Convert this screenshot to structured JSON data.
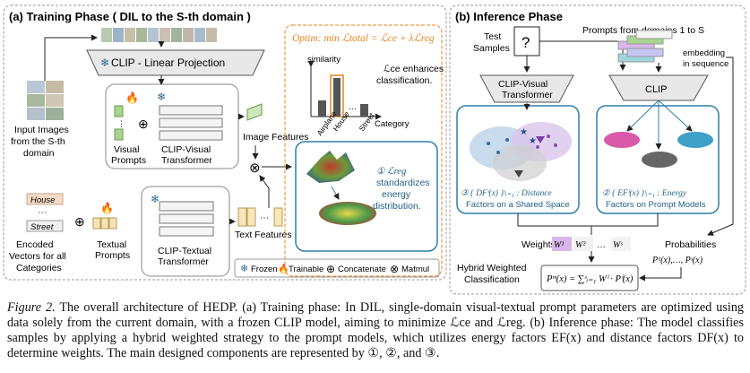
{
  "training": {
    "title": "(a) Training Phase ( DIL to the S-th domain )",
    "clip_linear": "CLIP - Linear Projection",
    "input_images": [
      "Input Images",
      "from the S-th",
      "domain"
    ],
    "visual_prompts": [
      "Visual",
      "Prompts"
    ],
    "clip_visual": [
      "CLIP-Visual",
      "Transformer"
    ],
    "image_features": "Image Features",
    "text_features": "Text Features",
    "textual_prompts": [
      "Textual",
      "Prompts"
    ],
    "clip_textual": [
      "CLIP-Textual",
      "Transformer"
    ],
    "encoded_vectors": [
      "Encoded",
      "Vectors for all",
      "Categories"
    ],
    "category_house": "House",
    "category_street": "Street",
    "optim": "Optim: min ℒtotal = ℒce + λℒreg",
    "similarity": "similarity",
    "category": "Category",
    "bar_labels": [
      "Airplane",
      "House",
      "Street"
    ],
    "lce_text": [
      "ℒce enhances",
      "classification."
    ],
    "lreg_text": [
      "① ℒreg",
      "standardizes",
      "energy",
      "distribution."
    ],
    "legend": [
      "Frozen",
      "Trainable",
      "Concatenate",
      "Matmul"
    ]
  },
  "inference": {
    "title": "(b) Inference Phase",
    "test_samples": [
      "Test",
      "Samples"
    ],
    "question_mark": "?",
    "prompts_from": "Prompts from domains 1 to S",
    "embedding_seq": [
      "embedding",
      "in sequence"
    ],
    "clip_visual": [
      "CLIP-Visual",
      "Transformer"
    ],
    "clip": "CLIP",
    "df_text": [
      "③ { DFⁱ(x) }ˢᵢ₌₁ : Distance",
      "Factors on a Shared Space"
    ],
    "ef_text": [
      "② { EFⁱ(x) }ˢᵢ₌₁ : Energy",
      "Factors on Prompt Models"
    ],
    "weights_label": "Weights",
    "weights": [
      "W¹",
      "W²",
      "…",
      "Wˢ"
    ],
    "probabilities_label": "Probabilities",
    "probabilities": "P¹(x),…, Pˢ(x)",
    "hybrid": [
      "Hybrid Weighted",
      "Classification"
    ],
    "formula": "Pᵐ(x) = ∑ˢᵢ₌₁ Wⁱ · Pⁱ(x)"
  },
  "caption": {
    "lead": "Figure 2.",
    "text": " The overall architecture of HEDP. (a) Training phase: In DIL, single-domain visual-textual prompt parameters are optimized using data solely from the current domain, with a frozen CLIP model, aiming to minimize ℒce and ℒreg. (b) Inference phase: The model classifies samples by applying a hybrid weighted strategy to the prompt models, which utilizes energy factors EF(x) and distance factors DF(x) to determine weights. The main designed components are represented by ①, ②, and ③."
  },
  "colors": {
    "frozen": "#2b6a8f",
    "trainable": "#e8831f",
    "panel_border": "#9a9a9a",
    "optim_border": "#e8831f",
    "teal_border": "#2f7fa8",
    "visual_prompt": "#a9d48f",
    "text_prompt": "#f4e3b4",
    "weights": "#d9b7ea",
    "probabilities": "#9fd5dd"
  }
}
